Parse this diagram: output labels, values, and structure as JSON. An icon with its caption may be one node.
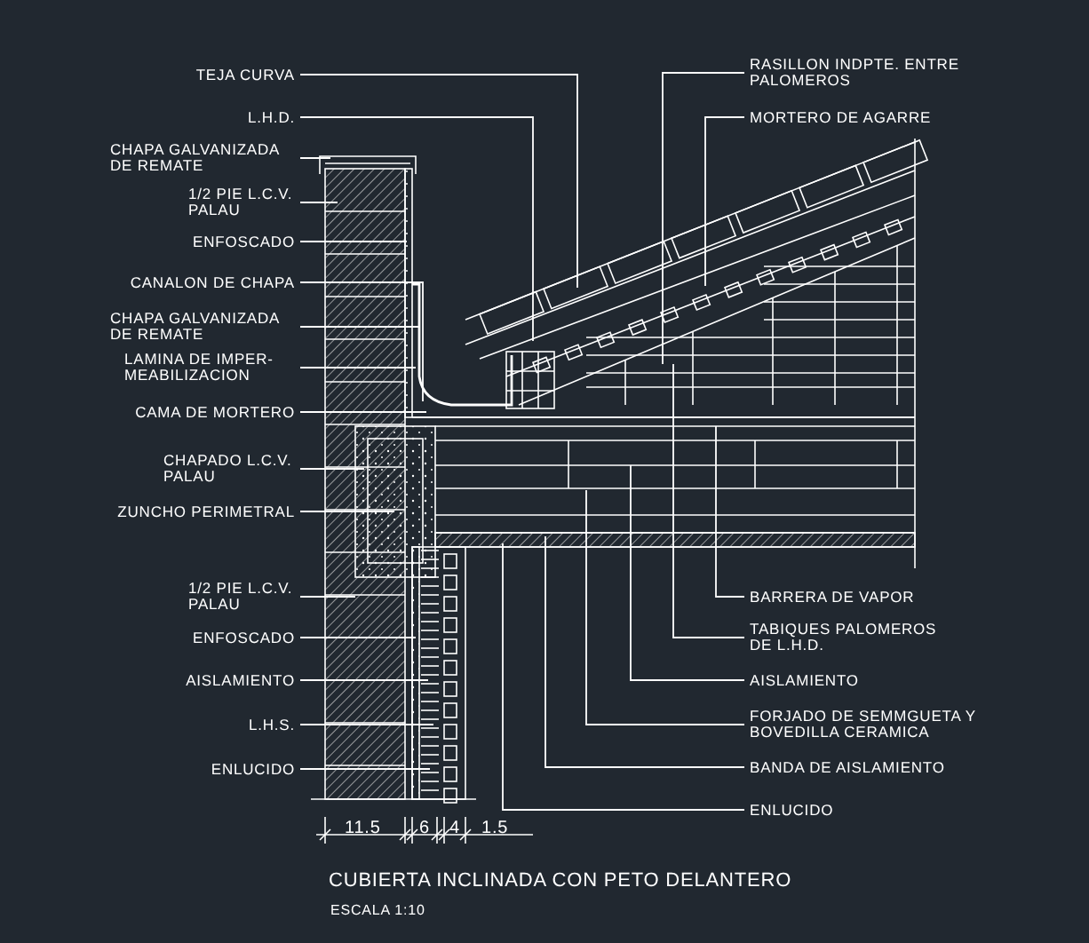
{
  "diagram": {
    "caption": "CUBIERTA INCLINADA CON PETO DELANTERO",
    "nodes": [
      {
        "text": [
          "TEJA CURVA"
        ]
      },
      {
        "text": [
          "L.H.D."
        ]
      },
      {
        "text": [
          "CHAPA GALVANIZADA DE REMATE"
        ]
      },
      {
        "text": [
          "1/2 PIE L.C.V. PALAU"
        ]
      },
      {
        "text": [
          "ENFOSCADO"
        ]
      },
      {
        "text": [
          "CANALON DE CHAPA"
        ]
      },
      {
        "text": [
          "CHAPA GALVANIZADA DE REMATE"
        ]
      },
      {
        "text": [
          "LAMINA DE IMPER- MEABILIZACION"
        ]
      },
      {
        "text": [
          "CAMA DE MORTERO"
        ]
      },
      {
        "text": [
          "CHAPADO L.C.V. PALAU"
        ]
      },
      {
        "text": [
          "ZUNCHO PERIMETRAL"
        ]
      },
      {
        "text": [
          "1/2 PIE L.C.V. PALAU"
        ]
      },
      {
        "text": [
          "ENFOSCADO"
        ]
      },
      {
        "text": [
          "AISLAMIENTO"
        ]
      },
      {
        "text": [
          "L.H.S."
        ]
      },
      {
        "text": [
          "ENLUCIDO"
        ]
      },
      {
        "text": [
          "RASILLON INDPTE. ENTRE PALOMEROS"
        ]
      },
      {
        "text": [
          "MORTERO DE AGARRE"
        ]
      },
      {
        "text": [
          "BARRERA DE VAPOR"
        ]
      },
      {
        "text": [
          "TABIQUES PALOMEROS DE L.H.D."
        ]
      },
      {
        "text": [
          "AISLAMIENTO"
        ]
      },
      {
        "text": [
          "FORJADO DE SEMMGUETA Y BOVEDILLA CERAMICA"
        ]
      },
      {
        "text": [
          "BANDA DE AISLAMIENTO"
        ]
      },
      {
        "text": [
          "ENLUCIDO"
        ]
      }
    ],
    "edges": [
      {
        "from": 0,
        "to": null,
        "arrow": "none"
      },
      {
        "from": 1,
        "to": null,
        "arrow": "none"
      },
      {
        "from": 2,
        "to": null,
        "arrow": "none"
      },
      {
        "from": 3,
        "to": null,
        "arrow": "none"
      },
      {
        "from": 4,
        "to": null,
        "arrow": "none"
      },
      {
        "from": 5,
        "to": null,
        "arrow": "none"
      },
      {
        "from": 6,
        "to": null,
        "arrow": "none"
      },
      {
        "from": 7,
        "to": null,
        "arrow": "none"
      },
      {
        "from": 8,
        "to": null,
        "arrow": "none"
      },
      {
        "from": 9,
        "to": null,
        "arrow": "none"
      },
      {
        "from": 10,
        "to": null,
        "arrow": "none"
      },
      {
        "from": 11,
        "to": null,
        "arrow": "none"
      },
      {
        "from": 12,
        "to": null,
        "arrow": "none"
      },
      {
        "from": 13,
        "to": null,
        "arrow": "none"
      },
      {
        "from": 14,
        "to": null,
        "arrow": "none"
      },
      {
        "from": 15,
        "to": null,
        "arrow": "none"
      },
      {
        "from": 16,
        "to": null,
        "arrow": "none"
      },
      {
        "from": 17,
        "to": null,
        "arrow": "none"
      },
      {
        "from": 18,
        "to": null,
        "arrow": "none"
      },
      {
        "from": 19,
        "to": null,
        "arrow": "none"
      },
      {
        "from": 20,
        "to": null,
        "arrow": "none"
      },
      {
        "from": 21,
        "to": null,
        "arrow": "none"
      },
      {
        "from": 22,
        "to": null,
        "arrow": "none"
      },
      {
        "from": 23,
        "to": null,
        "arrow": "none"
      }
    ],
    "labels": [
      "11.5",
      "6",
      "4",
      "1.5",
      "ESCALA 1:10"
    ]
  }
}
